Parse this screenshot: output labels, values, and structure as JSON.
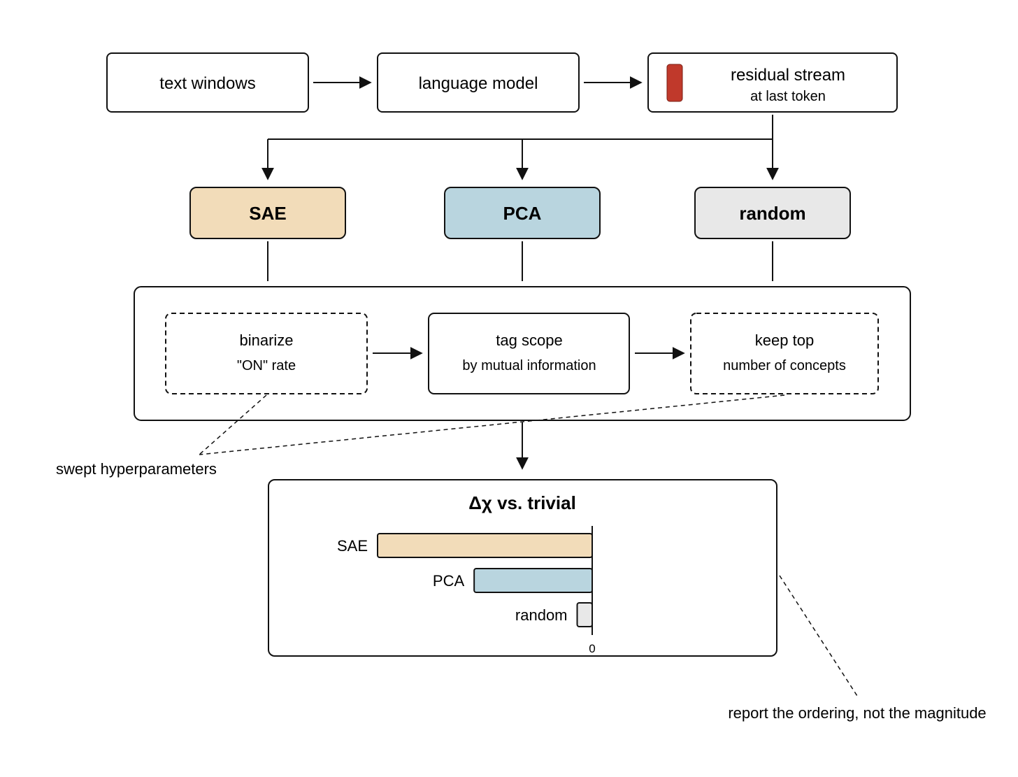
{
  "pipeline": {
    "text_windows": "text windows",
    "language_model": "language model",
    "residual_stream": {
      "title": "residual stream",
      "subtitle": "at last token"
    }
  },
  "methods": [
    {
      "key": "sae",
      "label": "SAE"
    },
    {
      "key": "pca",
      "label": "PCA"
    },
    {
      "key": "random",
      "label": "random"
    }
  ],
  "processing": {
    "binarize": {
      "title": "binarize",
      "subtitle": "\"ON\" rate"
    },
    "tag_scope": {
      "title": "tag scope",
      "subtitle": "by mutual information"
    },
    "keep_top": {
      "title": "keep top",
      "subtitle": "number of concepts"
    }
  },
  "annotations": {
    "swept": "swept hyperparameters",
    "ordering": "report the ordering, not the magnitude"
  },
  "colors": {
    "sae": "#f2dcb9",
    "pca": "#b9d5df",
    "random": "#e8e8e8",
    "residual_token": "#c0392b",
    "stroke": "#111111"
  },
  "chart_data": {
    "type": "bar",
    "orientation": "horizontal",
    "title": "Δχ vs. trivial",
    "categories": [
      "SAE",
      "PCA",
      "random"
    ],
    "values": [
      -1.0,
      -0.55,
      -0.07
    ],
    "zero_label": "0",
    "value_units": "relative (ordering only)"
  }
}
